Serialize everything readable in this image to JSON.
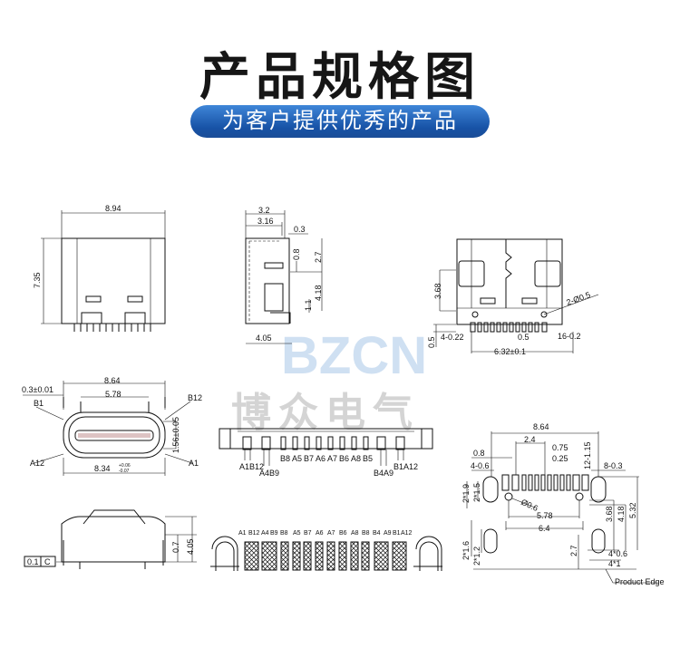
{
  "header": {
    "title": "产品规格图",
    "subtitle": "为客户提供优秀的产品"
  },
  "watermark": {
    "brand": "BZCN",
    "name": "博众电气"
  },
  "front_view": {
    "width": "8.94",
    "height": "7.35"
  },
  "side_view": {
    "d_3_2": "3.2",
    "d_3_16": "3.16",
    "d_0_3": "0.3",
    "d_0_8": "0.8",
    "d_2_7": "2.7",
    "d_4_18": "4.18",
    "d_1_1": "1.1",
    "d_4_05": "4.05"
  },
  "top_view": {
    "d_3_68": "3.68",
    "hole": "2-Ø0.5",
    "d_0_5a": "0.5",
    "pin_w": "4-0.22",
    "pitch": "0.5",
    "pin_n": "16-0.2",
    "span": "6.32±0.1"
  },
  "mouth_view": {
    "width": "8.64",
    "tab": "0.3±0.01",
    "inner": "5.78",
    "b1": "B1",
    "b12": "B12",
    "height": "1.56±0.05",
    "a12": "A12",
    "a1": "A1",
    "outer": "8.34",
    "tol_plus": "+0.06",
    "tol_minus": "-0.07"
  },
  "profile_view": {
    "d_0_7": "0.7",
    "d_4_05": "4.05",
    "flatness": "0.1",
    "datum": "C"
  },
  "pin_row": {
    "labels": [
      "A1B12",
      "A4B9",
      "B8",
      "A5",
      "B7",
      "A6",
      "A7",
      "B6",
      "A8",
      "B5",
      "B4A9",
      "B1A12"
    ]
  },
  "footprint": {
    "labels": [
      "A1",
      "B12",
      "A4",
      "B9",
      "B8",
      "A5",
      "B7",
      "A6",
      "A7",
      "B6",
      "A8",
      "B8",
      "B4",
      "A9",
      "B1",
      "A12"
    ]
  },
  "pcb_layout": {
    "d_8_64": "8.64",
    "d_2_4": "2.4",
    "d_0_75": "0.75",
    "d_0_8": "0.8",
    "d_0_25": "0.25",
    "d_4_0_6": "4-0.6",
    "d_12_1_15": "12-1.15",
    "d_8_0_3": "8-0.3",
    "d_2x1_9": "2*1.9",
    "d_2x1_5": "2*1.5",
    "hole": "Ø0.6",
    "d_5_78": "5.78",
    "d_6_4": "6.4",
    "d_3_68": "3.68",
    "d_4_18": "4.18",
    "d_5_32": "5.32",
    "d_2x1_6": "2*1.6",
    "d_2x1_2": "2*1.2",
    "d_2_7": "2.7",
    "d_4x0_6": "4*0.6",
    "d_4x1": "4*1",
    "edge": "Product Edge"
  }
}
